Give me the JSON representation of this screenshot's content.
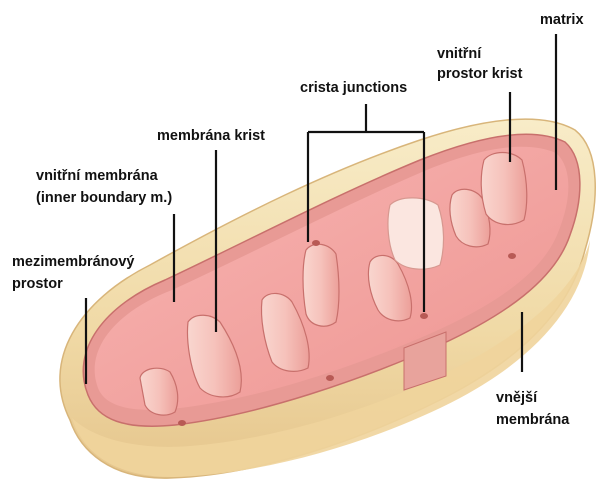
{
  "labels": {
    "matrix": "matrix",
    "vnitrni_prostor_krist_1": "vnitřní",
    "vnitrni_prostor_krist_2": "prostor krist",
    "crista_junctions": "crista junctions",
    "membrana_krist": "membrána krist",
    "vnitrni_membrana_1": "vnitřní membrána",
    "vnitrni_membrana_2": "(inner boundary m.)",
    "mezimembranovy_1": "mezimembránový",
    "mezimembranovy_2": "prostor",
    "vnejsi_1": "vnější",
    "vnejsi_2": "membrána"
  },
  "colors": {
    "outer_membrane": "#f0d9a5",
    "outer_membrane_light": "#f8ecc8",
    "intermembrane_edge": "#e8c48c",
    "inner_membrane": "#e89a95",
    "matrix": "#f4a8a6",
    "crista_fill": "#f7c7c0",
    "crista_edge": "#c8706c",
    "leader_line": "#111111"
  }
}
